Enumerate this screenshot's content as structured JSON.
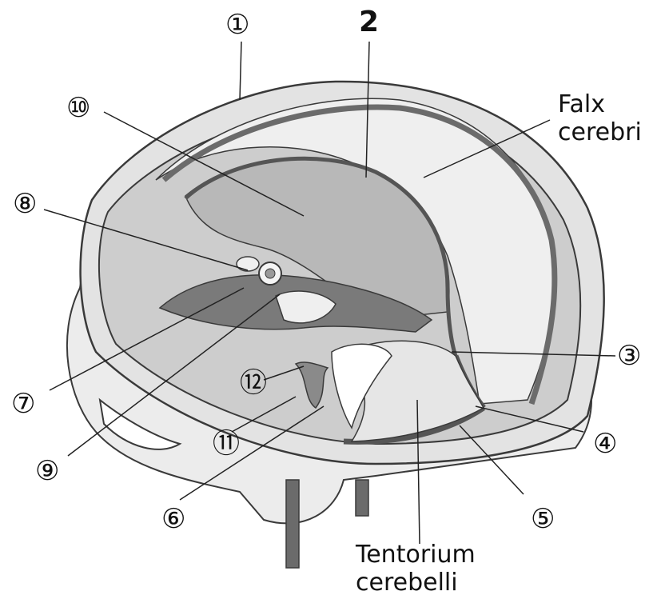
{
  "labels": {
    "falx_line1": "Falx",
    "falx_line2": "cerebri",
    "tentorium_line1": "Tentorium",
    "tentorium_line2": "cerebelli"
  },
  "markers": {
    "m1": "①",
    "m2": "2",
    "m3": "③",
    "m4": "④",
    "m5": "⑤",
    "m6": "⑥",
    "m7": "⑦",
    "m8": "⑧",
    "m9": "⑨",
    "m10": "⑩",
    "m11": "⑪",
    "m12": "⑫"
  },
  "colors": {
    "outline": "#3a3a3a",
    "sinus_dark": "#6b6b6b",
    "dura_light": "#e8e8e8",
    "cavity": "#c9c9c9",
    "skull": "#ededed"
  }
}
